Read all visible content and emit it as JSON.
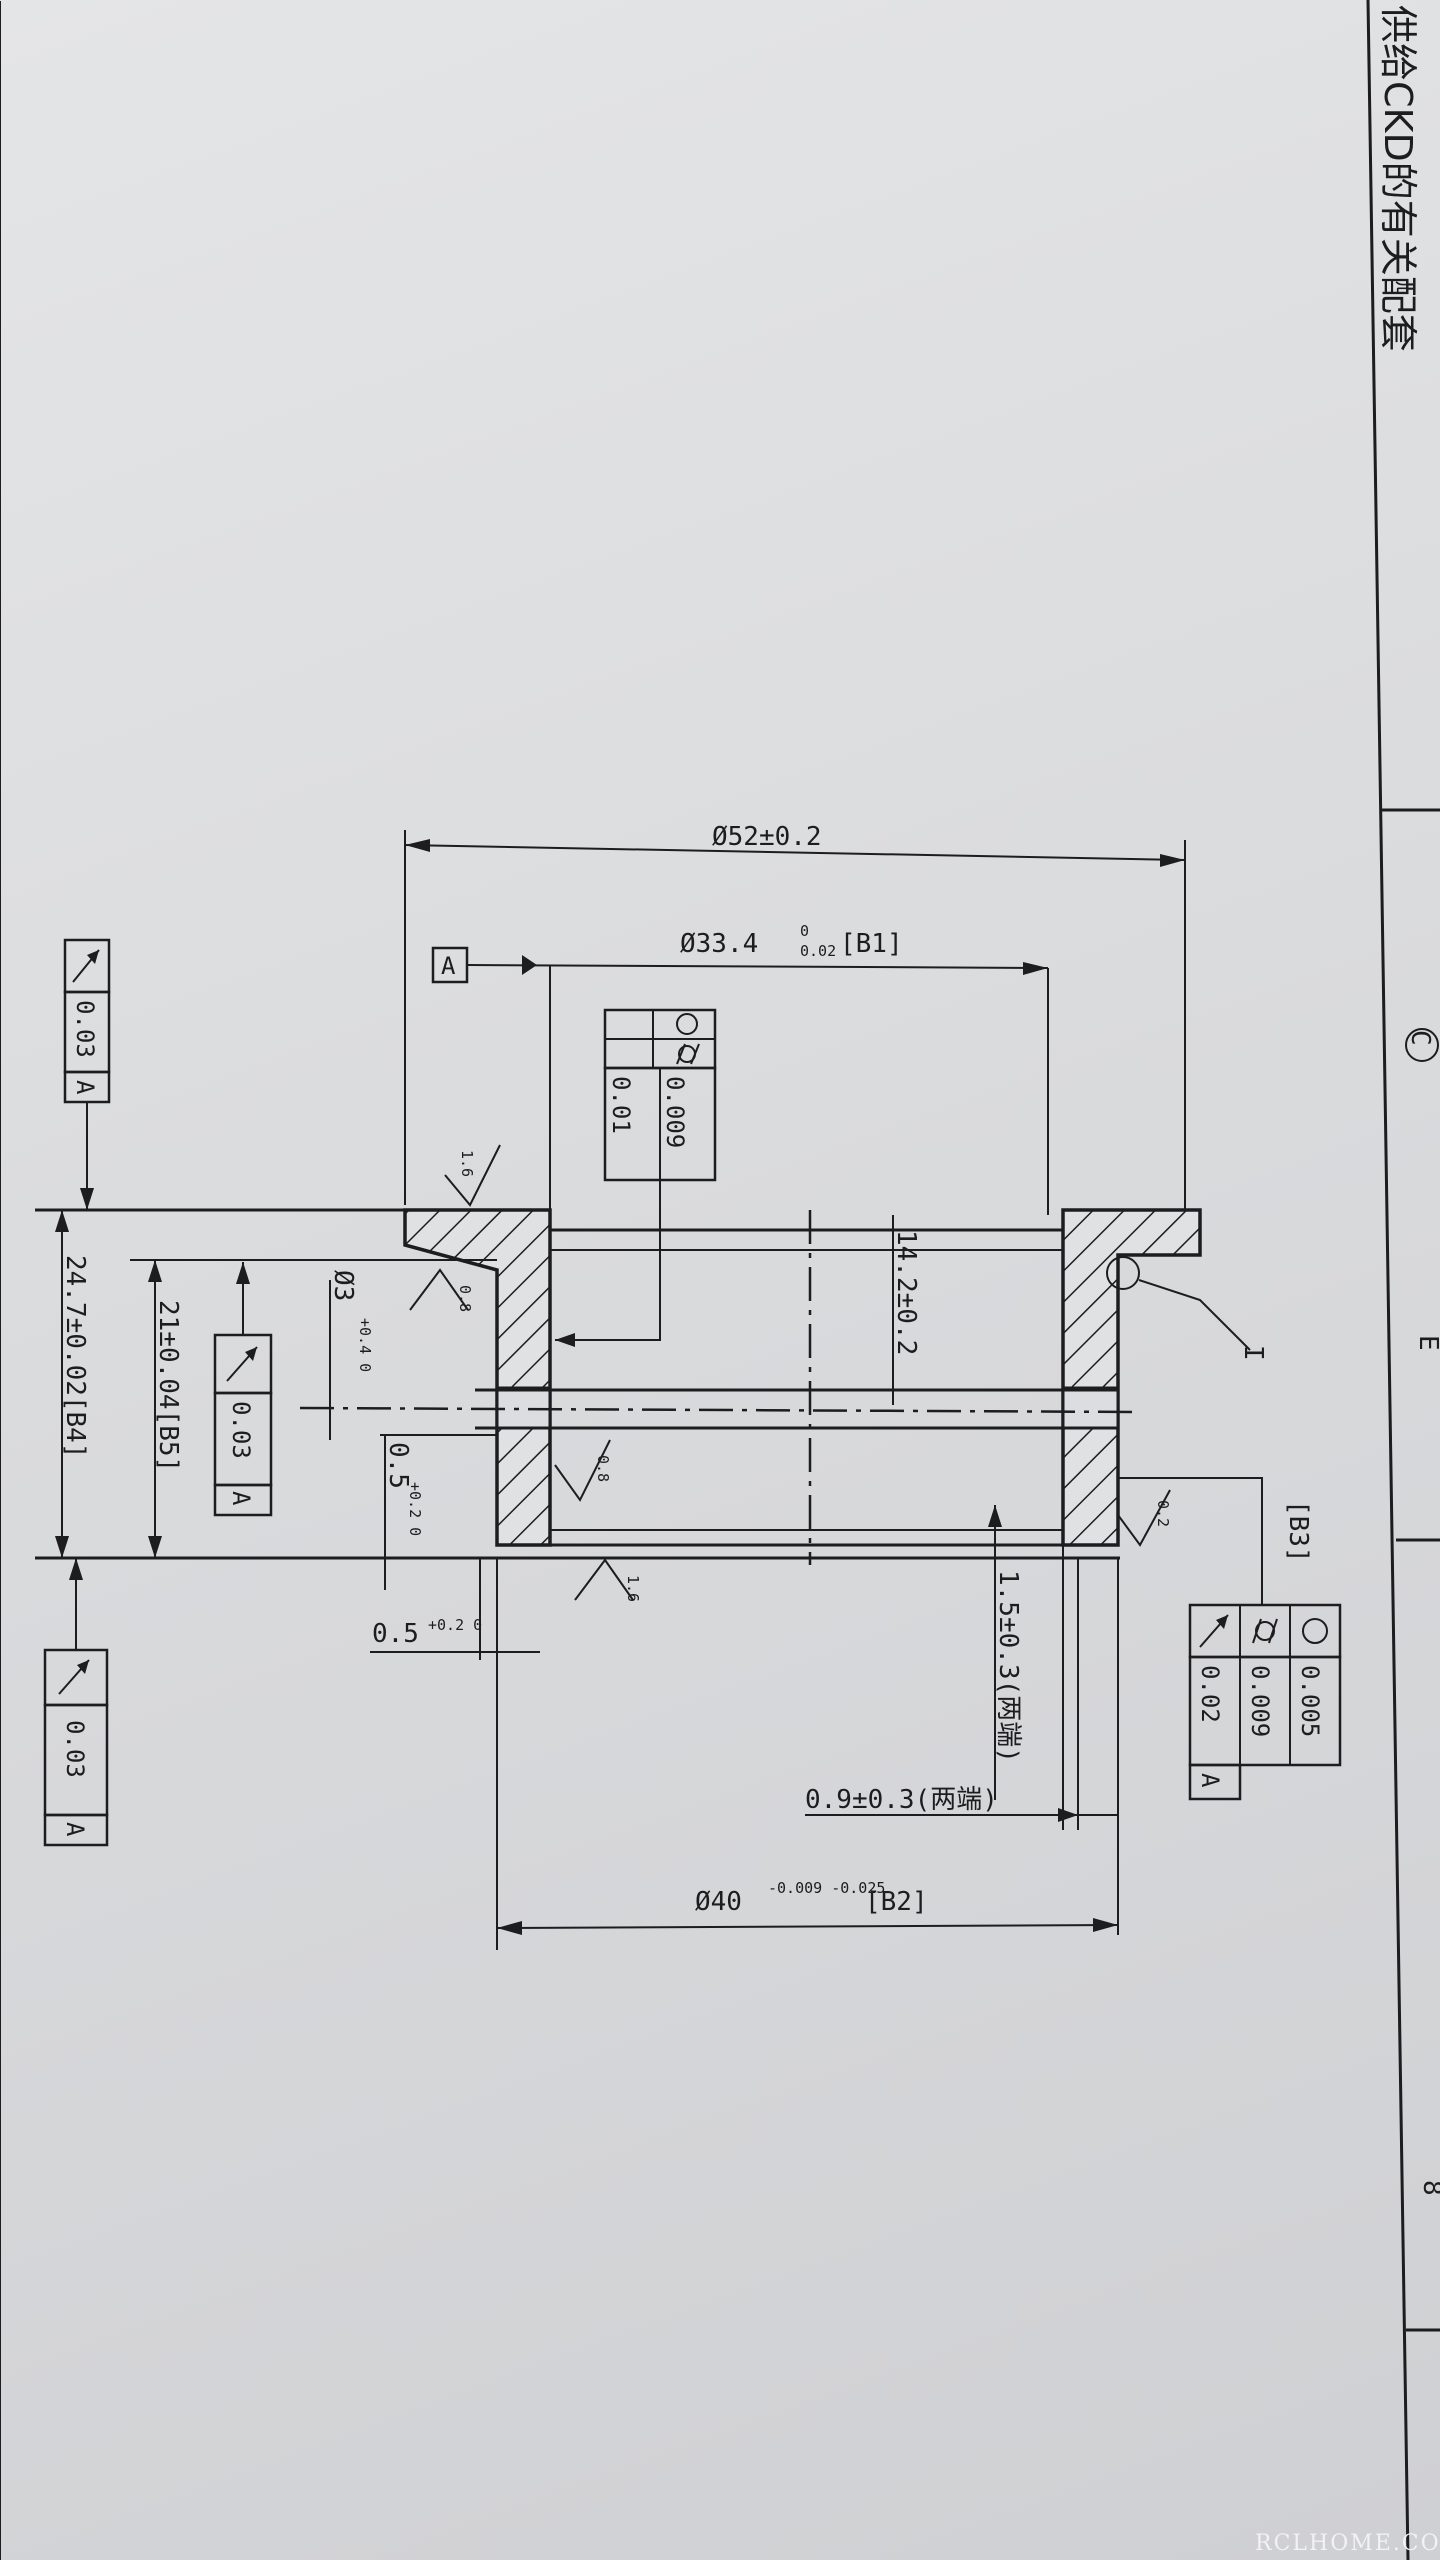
{
  "header_text": "供给CKD的有关配套",
  "datum_a": "A",
  "dims": {
    "outer_diameter": "Ø52±0.2",
    "inner_bore": "Ø33.4",
    "inner_bore_upper": "0",
    "inner_bore_lower": "0.02",
    "inner_bore_ref": "[B1]",
    "groove_diameter": "Ø3",
    "groove_diameter_tol": "+0.4 0",
    "height_total": "24.7±0.02[B4]",
    "height_inner": "21±0.04[B5]",
    "depth_14": "14.2±0.2",
    "left_gap": "0.5",
    "left_gap_tol": "+0.2 0",
    "bottom_gap": "0.5",
    "bottom_gap_tol": "+0.2 0",
    "chamfer_1_5": "1.5±0.3(两端)",
    "chamfer_0_9": "0.9±0.3(两端)",
    "bottom_diameter": "Ø40",
    "bottom_diameter_tol": "-0.009 -0.025",
    "bottom_diameter_ref": "[B2]",
    "ref_b3": "[B3]"
  },
  "detail_label": "I",
  "fcf_runout_value": "0.03",
  "fcf_runout_datum": "A",
  "fcf_inner_runout": "0.03",
  "fcf_center": {
    "roundness": "0.009",
    "cylindricity": "0.01"
  },
  "fcf_right": {
    "roundness": "0.005",
    "cylindricity": "0.009",
    "runout": "0.02",
    "datum": "A"
  },
  "roughness": {
    "r1": "1.6",
    "r2": "0.8",
    "r3": "0.8",
    "r4": "1.6",
    "r5": "0.2"
  },
  "title_block_marks": [
    "C",
    "E",
    "8"
  ],
  "watermark": "RCLHOME.COM"
}
